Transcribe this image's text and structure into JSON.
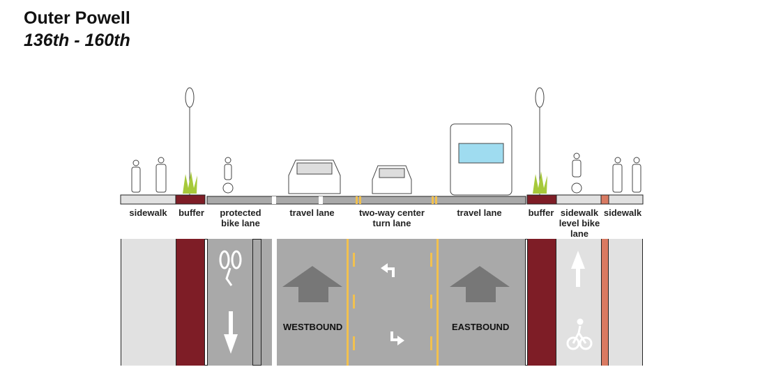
{
  "title": "Outer Powell",
  "subtitle": "136th - 160th",
  "labels": {
    "sidewalk_left": "sidewalk",
    "buffer_left": "buffer",
    "protected_bike_lane": "protected bike lane",
    "travel_lane_west": "travel lane",
    "center_turn_lane": "two-way center turn lane",
    "travel_lane_east": "travel lane",
    "buffer_right": "buffer",
    "sidewalk_level_bike_lane": "sidewalk level bike lane",
    "sidewalk_right": "sidewalk"
  },
  "plan": {
    "westbound": "WESTBOUND",
    "eastbound": "EASTBOUND"
  },
  "colors": {
    "buffer": "#7e1d26",
    "asphalt": "#a9a9a9",
    "sidewalk": "#e1e1e1",
    "yellow": "#f2c14e",
    "salmon": "#d97a62"
  }
}
